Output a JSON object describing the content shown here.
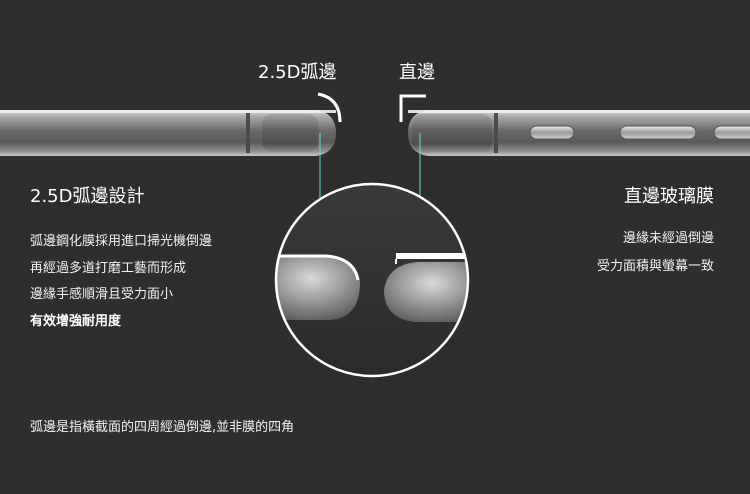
{
  "labels": {
    "curved_edge": "2.5D弧邊",
    "straight_edge": "直邊"
  },
  "left_panel": {
    "title": "2.5D弧邊設計",
    "lines": [
      "弧邊鋼化膜採用進口掃光機倒邊",
      "再經過多道打磨工藝而形成",
      "邊緣手感順滑且受力面小",
      "有效增強耐用度"
    ]
  },
  "right_panel": {
    "title": "直邊玻璃膜",
    "lines": [
      "邊緣未經過倒邊",
      "受力面積與螢幕一致"
    ]
  },
  "footnote": "弧邊是指橫截面的四周經過倒邊,並非膜的四角",
  "colors": {
    "background": "#2e2e2e",
    "guide_line": "#6fd6d6",
    "text": "#ffffff"
  }
}
